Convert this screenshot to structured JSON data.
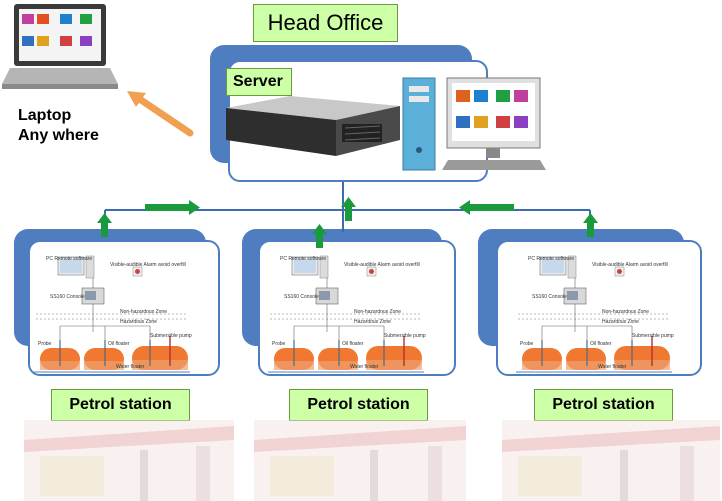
{
  "head_office": "Head Office",
  "server": "Server",
  "laptop": {
    "line1": "Laptop",
    "line2": "Any where"
  },
  "station_label": "Petrol station",
  "station_detail": {
    "pc_remote": "PC Remote software",
    "console": "SS160 Console",
    "alarm": "Visible-audible Alarm avoid overfill",
    "non_hazard": "Non-hazardous Zone",
    "hazard": "Hazardous Zone",
    "probe": "Probe",
    "oil_floater": "Oil floater",
    "submersible": "Submersible pump",
    "water_floater": "Water floater"
  },
  "colors": {
    "panel_blue": "#4f7ec0",
    "label_green": "#ccffa6",
    "arrow_green": "#1a9a3c",
    "arrow_orange": "#f0a050",
    "tank_orange": "#f07830"
  }
}
